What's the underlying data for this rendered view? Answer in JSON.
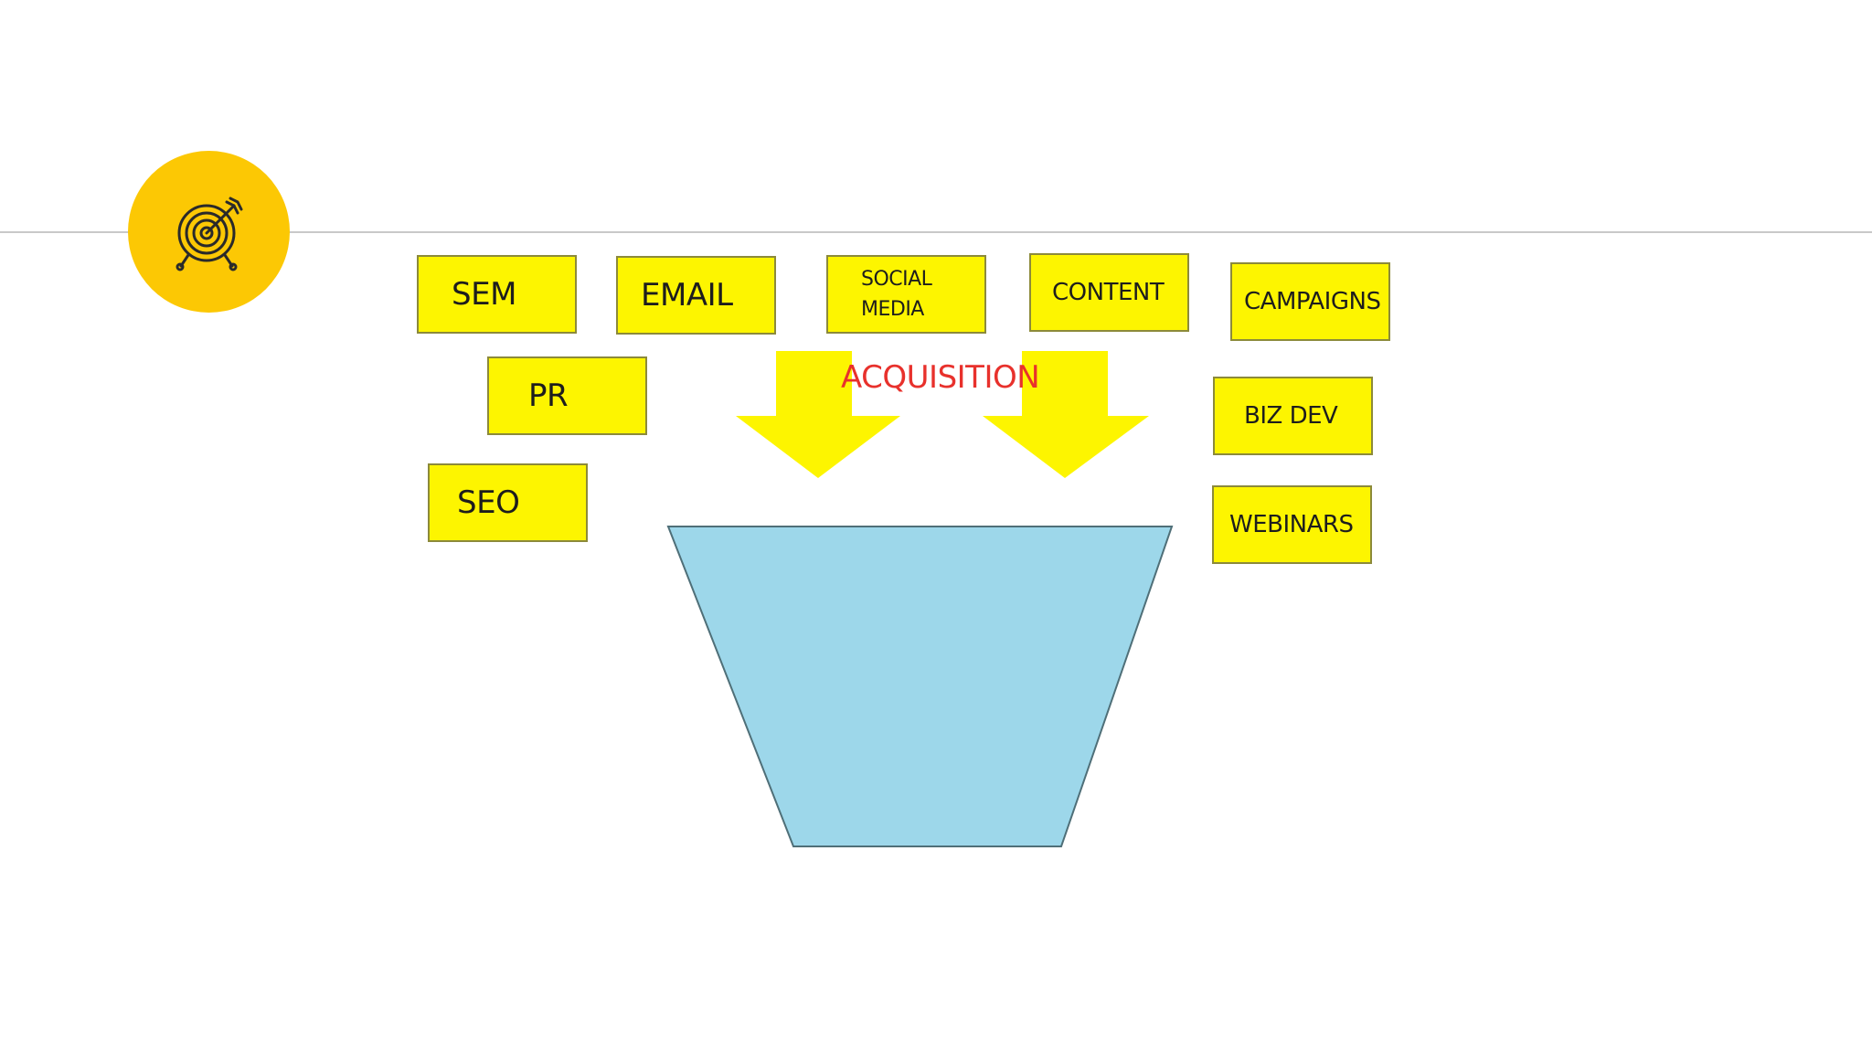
{
  "icon": "target-icon",
  "badge_color": "#fcc804",
  "box_color": "#fdf500",
  "funnel_color": "#9dd7ea",
  "label_color": "#e8312c",
  "sources": {
    "sem": "SEM",
    "email": "EMAIL",
    "social_line1": "SOCIAL",
    "social_line2": "MEDIA",
    "content": "CONTENT",
    "campaigns": "CAMPAIGNS",
    "pr": "PR",
    "biz_dev": "BIZ DEV",
    "seo": "SEO",
    "webinars": "WEBINARS"
  },
  "stage_label": "ACQUISITION"
}
